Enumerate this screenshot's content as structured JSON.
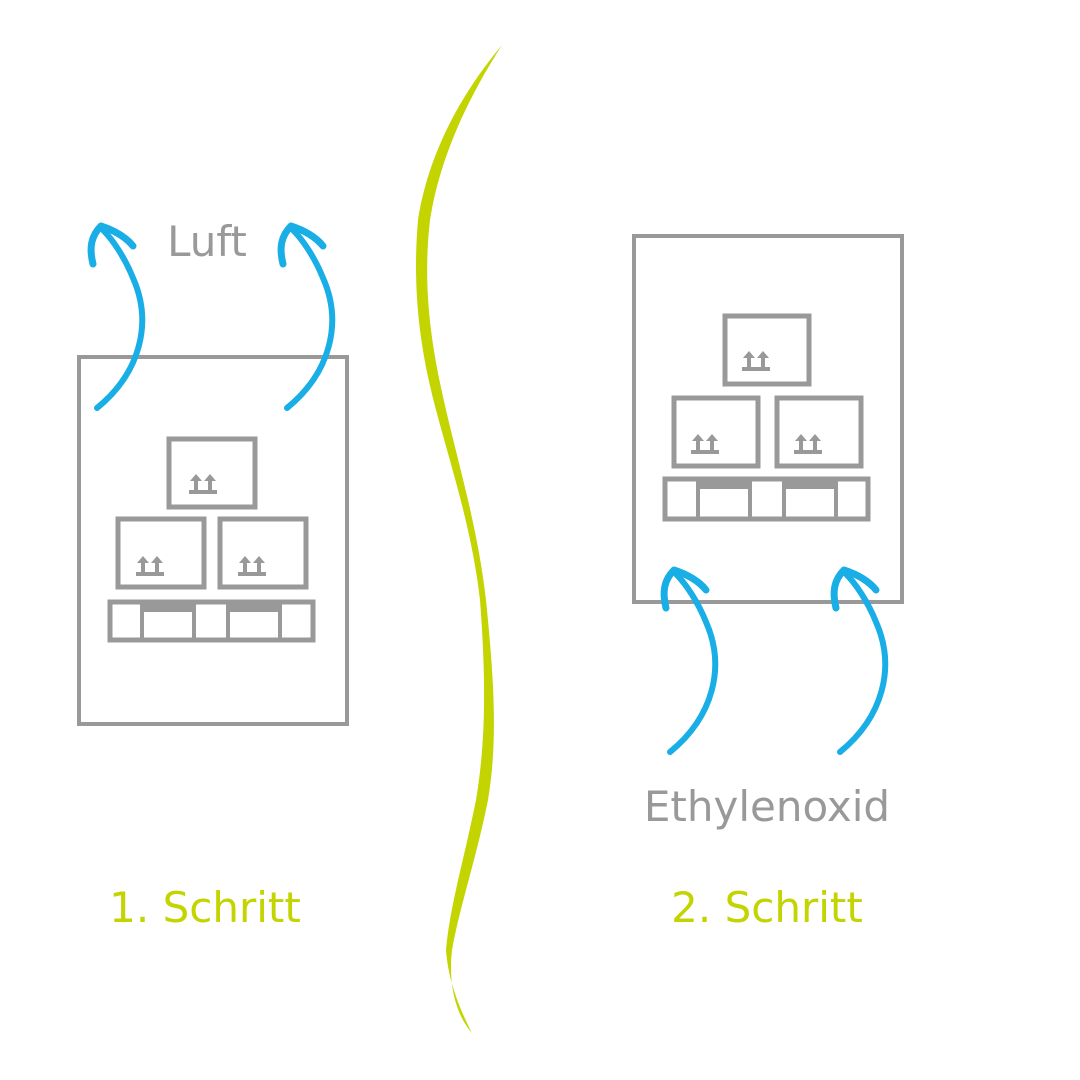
{
  "colors": {
    "outline": "#999999",
    "arrow": "#1aaee6",
    "accent": "#c3d400",
    "background": "#ffffff"
  },
  "step1": {
    "gas_label": "Luft",
    "step_label": "1. Schritt",
    "arrow_direction": "out-of-chamber"
  },
  "step2": {
    "gas_label": "Ethylenoxid",
    "step_label": "2. Schritt",
    "arrow_direction": "into-chamber"
  },
  "icons": {
    "box_symbol": "this-way-up-arrows-icon",
    "divider": "brush-stroke-divider"
  }
}
